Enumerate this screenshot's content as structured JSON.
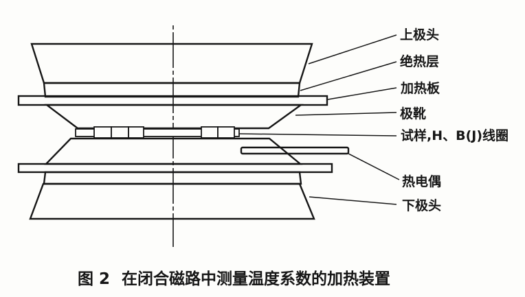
{
  "colors": {
    "ink": "#161616",
    "background": "#fdfdfb"
  },
  "diagram": {
    "labels": {
      "upper_pole_head": "上极头",
      "insulation_layer": "绝热层",
      "heating_plate": "加热板",
      "pole_shoe": "极靴",
      "sample_coils": "试样,H、B(J)线圈",
      "thermocouple": "热电偶",
      "lower_pole_head": "下极头"
    }
  },
  "caption": {
    "figure_label": "图 2",
    "title": "在闭合磁路中测量温度系数的加热装置"
  }
}
